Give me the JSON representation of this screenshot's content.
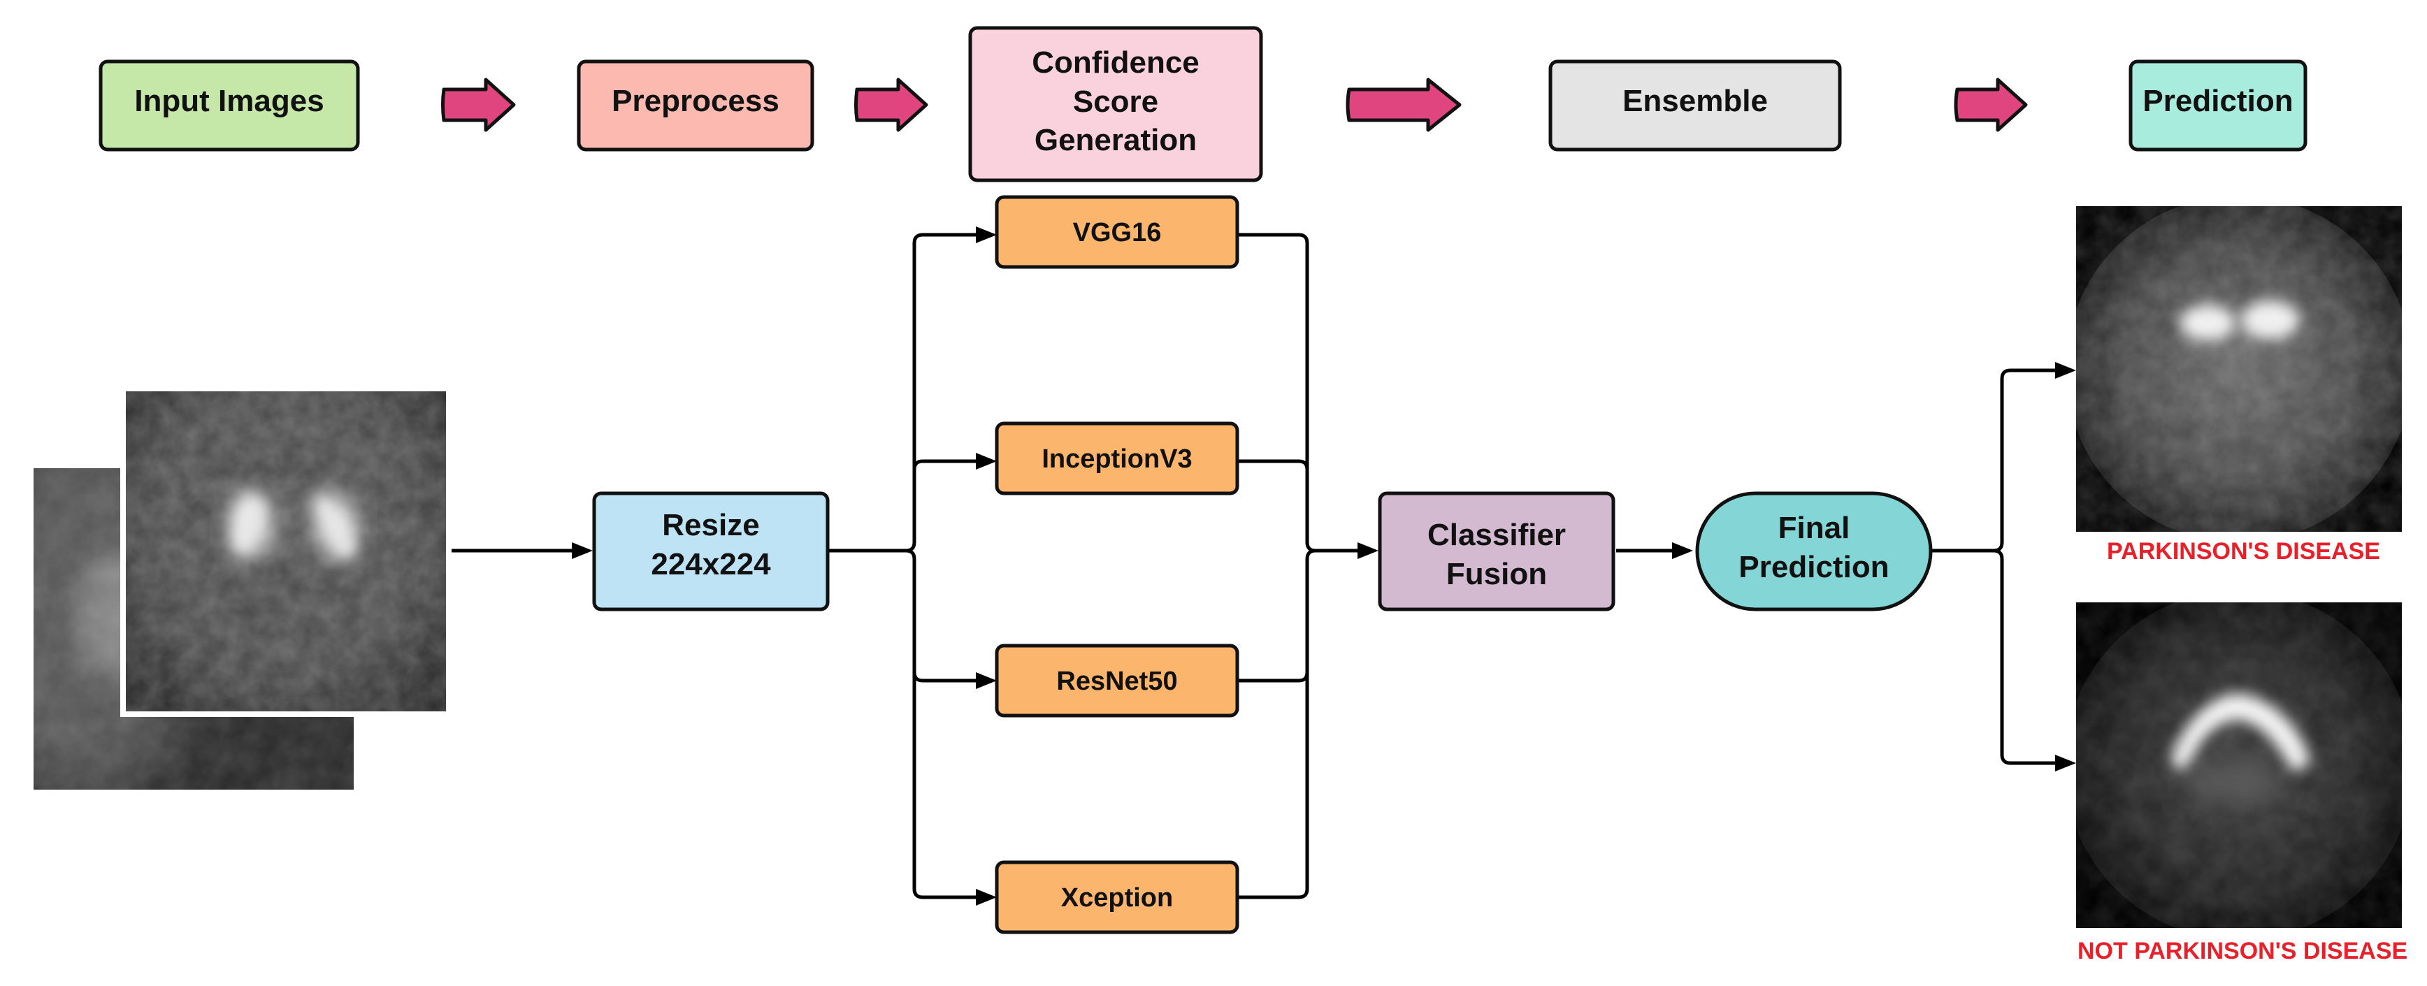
{
  "stages": {
    "input_images": "Input Images",
    "preprocess": "Preprocess",
    "confidence": [
      "Confidence",
      "Score",
      "Generation"
    ],
    "ensemble": "Ensemble",
    "prediction": "Prediction"
  },
  "pipeline": {
    "resize": [
      "Resize",
      "224x224"
    ],
    "models": [
      "VGG16",
      "InceptionV3",
      "ResNet50",
      "Xception"
    ],
    "fusion": [
      "Classifier",
      "Fusion"
    ],
    "final": [
      "Final",
      "Prediction"
    ]
  },
  "outputs": {
    "positive": "PARKINSON'S  DISEASE",
    "negative": "NOT PARKINSON'S DISEASE"
  },
  "colors": {
    "input_images": "#c5e8a8",
    "preprocess": "#fbb9b0",
    "confidence": "#f9d2de",
    "ensemble": "#e4e4e4",
    "prediction": "#a8ecde",
    "resize": "#bee3f5",
    "models": "#fcb56c",
    "fusion": "#d3bad1",
    "final": "#84d6d6",
    "arrow": "#e0457f",
    "label_red": "#e8202a"
  }
}
